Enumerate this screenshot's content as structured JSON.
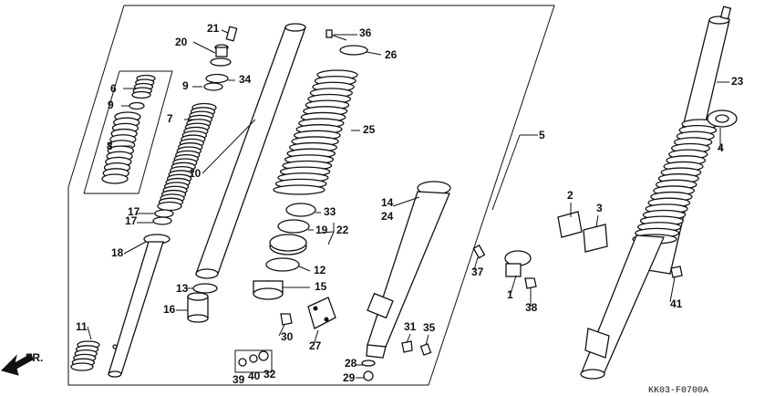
{
  "diagram": {
    "callouts": [
      {
        "id": "c1",
        "text": "1"
      },
      {
        "id": "c2",
        "text": "2"
      },
      {
        "id": "c3",
        "text": "3"
      },
      {
        "id": "c4",
        "text": "4"
      },
      {
        "id": "c5",
        "text": "5"
      },
      {
        "id": "c6",
        "text": "6"
      },
      {
        "id": "c7",
        "text": "7"
      },
      {
        "id": "c8",
        "text": "8"
      },
      {
        "id": "c9a",
        "text": "9"
      },
      {
        "id": "c9b",
        "text": "9"
      },
      {
        "id": "c10",
        "text": "10"
      },
      {
        "id": "c11",
        "text": "11"
      },
      {
        "id": "c12",
        "text": "12"
      },
      {
        "id": "c13",
        "text": "13"
      },
      {
        "id": "c14",
        "text": "14"
      },
      {
        "id": "c15",
        "text": "15"
      },
      {
        "id": "c16",
        "text": "16"
      },
      {
        "id": "c17a",
        "text": "17"
      },
      {
        "id": "c17b",
        "text": "17"
      },
      {
        "id": "c18",
        "text": "18"
      },
      {
        "id": "c19",
        "text": "19"
      },
      {
        "id": "c20",
        "text": "20"
      },
      {
        "id": "c21",
        "text": "21"
      },
      {
        "id": "c22",
        "text": "22"
      },
      {
        "id": "c23",
        "text": "23"
      },
      {
        "id": "c24",
        "text": "24"
      },
      {
        "id": "c25",
        "text": "25"
      },
      {
        "id": "c26",
        "text": "26"
      },
      {
        "id": "c27",
        "text": "27"
      },
      {
        "id": "c28",
        "text": "28"
      },
      {
        "id": "c29",
        "text": "29"
      },
      {
        "id": "c30",
        "text": "30"
      },
      {
        "id": "c31",
        "text": "31"
      },
      {
        "id": "c32",
        "text": "32"
      },
      {
        "id": "c33",
        "text": "33"
      },
      {
        "id": "c34",
        "text": "34"
      },
      {
        "id": "c35",
        "text": "35"
      },
      {
        "id": "c36",
        "text": "36"
      },
      {
        "id": "c37",
        "text": "37"
      },
      {
        "id": "c38",
        "text": "38"
      },
      {
        "id": "c39",
        "text": "39"
      },
      {
        "id": "c40",
        "text": "40"
      },
      {
        "id": "c41",
        "text": "41"
      }
    ],
    "front_arrow_label": "FR.",
    "figure_code": "KK03-F0700A"
  }
}
